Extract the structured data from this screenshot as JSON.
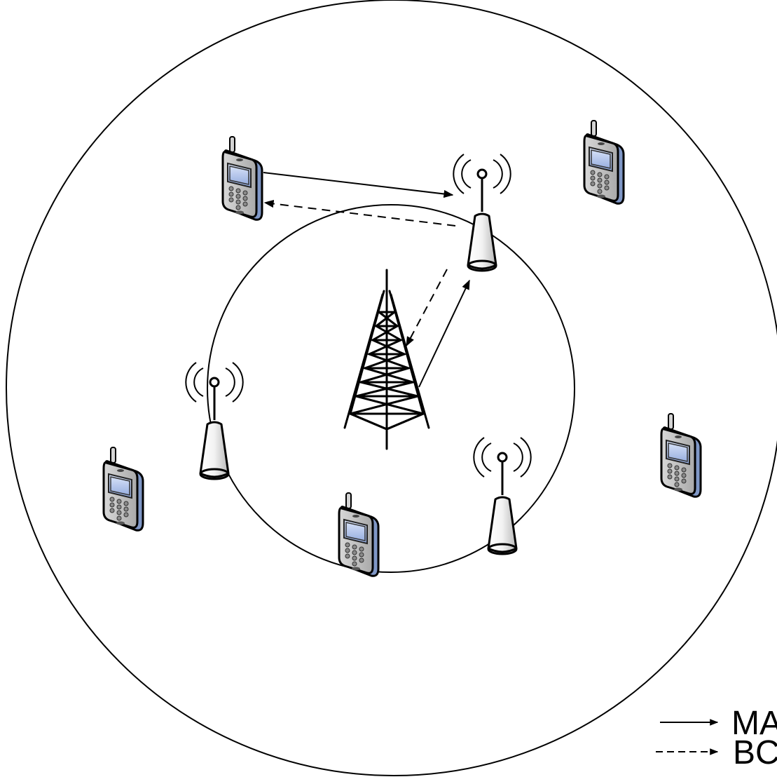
{
  "diagram": {
    "legend": {
      "items": [
        {
          "style": "solid",
          "label": "MA"
        },
        {
          "style": "dashed",
          "label": "BC"
        }
      ]
    },
    "colors": {
      "stroke": "#000000",
      "background": "#ffffff",
      "phone_body": "#c9c9c9",
      "phone_side": "#7f97c6",
      "phone_screen": "#9fb4e4",
      "antenna_fill": "#e8e8e8"
    },
    "icons": {
      "base_station": "cell-tower-icon",
      "relay": "relay-antenna-icon",
      "user": "mobile-phone-icon"
    }
  }
}
